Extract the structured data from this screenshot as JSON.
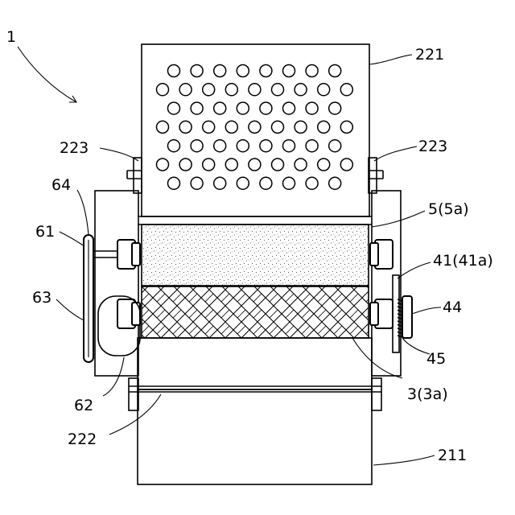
{
  "diagram": {
    "labels": {
      "assembly": "1",
      "top_cover": "221",
      "left_bracket": "223",
      "right_bracket": "223",
      "upper_roller": "5(5a)",
      "pulley_small": "64",
      "pulley_large": "61",
      "belt": "63",
      "motor": "62",
      "lower_plate": "222",
      "lower_housing": "211",
      "lower_roller": "3(3a)",
      "right_bracket_41": "41(41a)",
      "gear": "44",
      "gear_mount": "45"
    },
    "colors": {
      "line": "#000000",
      "background": "#ffffff"
    }
  }
}
